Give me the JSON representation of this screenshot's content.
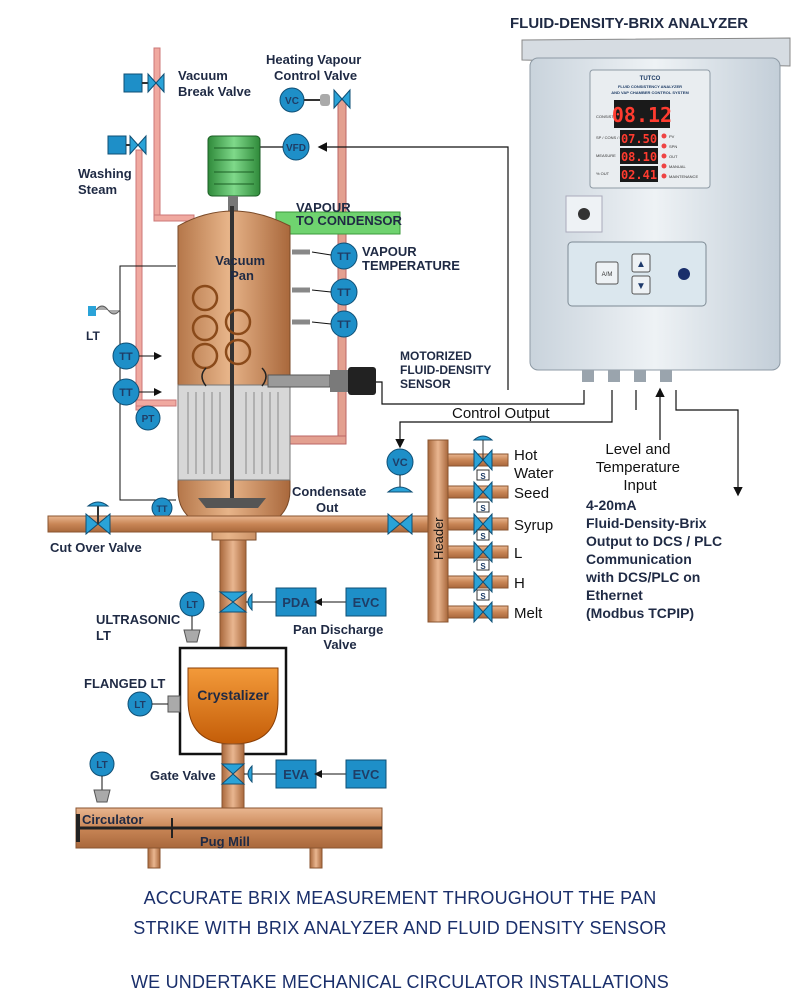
{
  "analyzer": {
    "title": "FLUID-DENSITY-BRIX ANALYZER",
    "brand": "TUTCO",
    "panel_heading_1": "FLUID CONSISTENCY ANALYZER",
    "panel_heading_2": "AND VAP CHAMBER CONTROL SYSTEM",
    "rows": [
      {
        "label": "CONSISTENCY",
        "display": "08.12"
      },
      {
        "label": "SP / CONS / MEAS",
        "display": "07.50"
      },
      {
        "label": "MEASURE",
        "display": "08.10"
      },
      {
        "label": "% OUT",
        "display": "02.41"
      }
    ],
    "indicators": [
      "PV",
      "SPN",
      "OUT",
      "MANUAL",
      "MAINTENANCE"
    ],
    "button_am": "A/M",
    "button_up": "▲",
    "button_down": "▼"
  },
  "labels": {
    "vacuum_break_valve": [
      "Vacuum",
      "Break Valve"
    ],
    "heating_vapour": [
      "Heating Vapour",
      "Control Valve"
    ],
    "washing_steam": [
      "Washing",
      "Steam"
    ],
    "vapour_to_condensor": [
      "VAPOUR",
      "TO CONDENSOR"
    ],
    "vapour_temperature": [
      "VAPOUR",
      "TEMPERATURE"
    ],
    "vacuum_pan": [
      "Vacuum",
      "Pan"
    ],
    "motorized_sensor": [
      "MOTORIZED",
      "FLUID-DENSITY",
      "SENSOR"
    ],
    "control_output": "Control Output",
    "level_temp_input": [
      "Level and",
      "Temperature",
      "Input"
    ],
    "condensate_out": [
      "Condensate",
      "Out"
    ],
    "cut_over_valve": "Cut Over Valve",
    "header": "Header",
    "hot_water": [
      "Hot",
      "Water"
    ],
    "seed": "Seed",
    "syrup": "Syrup",
    "l": "L",
    "h": "H",
    "melt": "Melt",
    "output_text": [
      "4-20mA",
      "Fluid-Density-Brix",
      "Output to DCS / PLC",
      "Communication",
      "with DCS/PLC on",
      "Ethernet",
      "(Modbus TCPIP)"
    ],
    "ultrasonic_lt": [
      "ULTRASONIC",
      "LT"
    ],
    "pan_discharge_valve": [
      "Pan Discharge",
      "Valve"
    ],
    "flanged_lt": "FLANGED LT",
    "crystalizer": "Crystalizer",
    "gate_valve": "Gate Valve",
    "circulator": "Circulator",
    "pug_mill": "Pug Mill"
  },
  "tags": {
    "vc": "VC",
    "vfd": "VFD",
    "tt": "TT",
    "lt": "LT",
    "pt": "PT",
    "pda": "PDA",
    "evc": "EVC",
    "eva": "EVA",
    "s": "S"
  },
  "footer": {
    "line1": "ACCURATE BRIX MEASUREMENT THROUGHOUT THE PAN",
    "line2": "STRIKE WITH BRIX ANALYZER AND FLUID DENSITY SENSOR",
    "line3": "WE UNDERTAKE MECHANICAL CIRCULATOR INSTALLATIONS"
  },
  "colors": {
    "pipe_copper": "#d99a6c",
    "pipe_pink": "#f0a9a0",
    "pan_body": "#c98a55",
    "instrument_blue": "#1e8fc8",
    "valve_blue": "#2aa3d8",
    "condensor_green": "#6fd36f",
    "cabinet": "#dfe6ec",
    "crystalizer": "#e07a10"
  }
}
